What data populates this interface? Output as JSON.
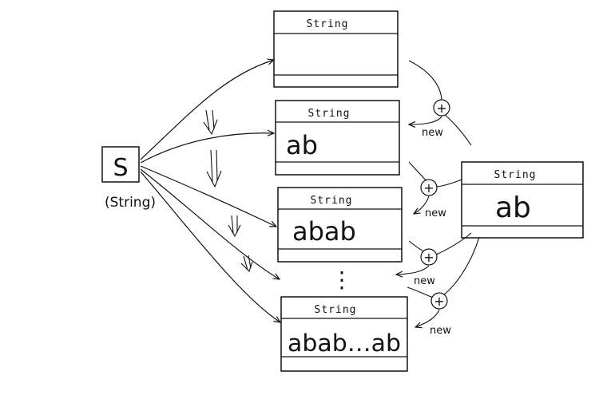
{
  "variable": {
    "name": "S",
    "type": "(String)"
  },
  "objects": [
    {
      "header": "String",
      "value": ""
    },
    {
      "header": "String",
      "value": "ab"
    },
    {
      "header": "String",
      "value": "abab"
    },
    {
      "header": "String",
      "value": "abab…ab"
    }
  ],
  "literal": {
    "header": "String",
    "value": "ab"
  },
  "ellipsis": "⋮",
  "plus_symbol": "+",
  "new_label": "new"
}
